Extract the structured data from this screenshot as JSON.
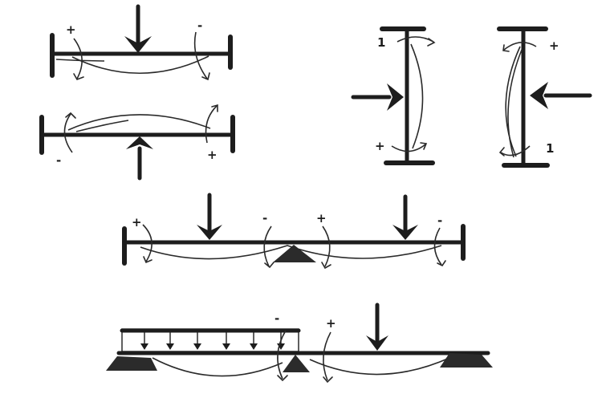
{
  "diagrams": [
    {
      "id": "beam-top-left",
      "signs": [
        "+",
        "-"
      ]
    },
    {
      "id": "beam-second-left",
      "signs": [
        "-",
        "+"
      ]
    },
    {
      "id": "column-left",
      "signs": [
        "1",
        "+"
      ]
    },
    {
      "id": "column-right",
      "signs": [
        "+",
        "1"
      ]
    },
    {
      "id": "continuous-beam",
      "signs": [
        "+",
        "-",
        "+",
        "-"
      ]
    },
    {
      "id": "overhang-udl-beam",
      "signs": [
        "-",
        "+"
      ]
    }
  ],
  "colors": {
    "ink": "#1d1d1d",
    "paper": "#ffffff"
  }
}
